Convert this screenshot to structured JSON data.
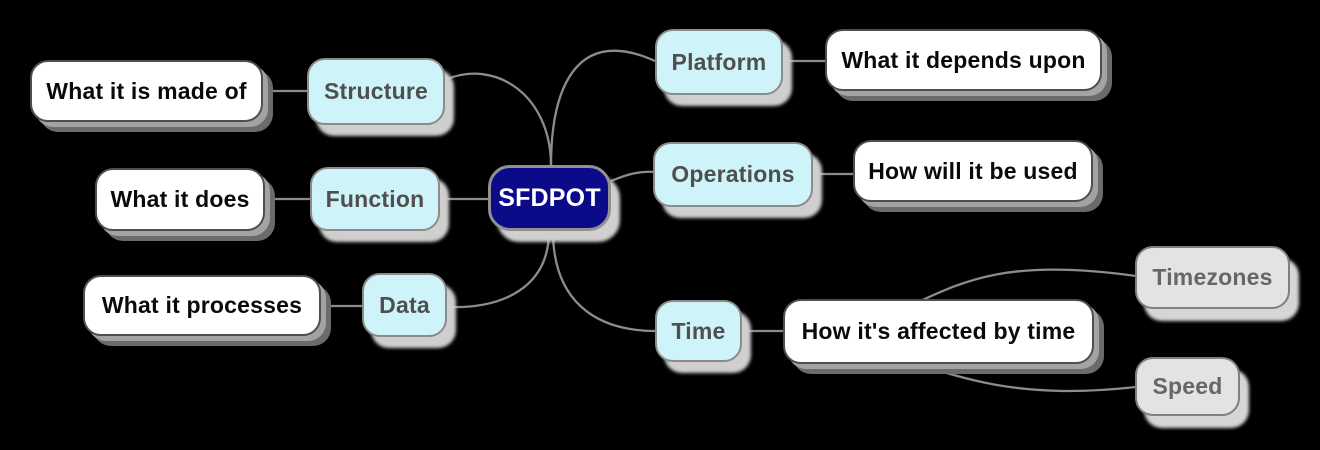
{
  "diagram": {
    "type": "mind-map",
    "center": {
      "label": "SFDPOT"
    },
    "branches": [
      {
        "category": "Structure",
        "detail": "What it is made of",
        "side": "left"
      },
      {
        "category": "Function",
        "detail": "What it does",
        "side": "left"
      },
      {
        "category": "Data",
        "detail": "What it processes",
        "side": "left"
      },
      {
        "category": "Platform",
        "detail": "What it depends upon",
        "side": "right"
      },
      {
        "category": "Operations",
        "detail": "How will it be used",
        "side": "right"
      },
      {
        "category": "Time",
        "detail": "How it's affected by time",
        "side": "right",
        "children": [
          "Timezones",
          "Speed"
        ]
      }
    ],
    "colors": {
      "background": "#000000",
      "center_fill": "#0b0b8a",
      "center_text": "#ffffff",
      "category_fill": "#cef3f9",
      "category_text": "#4f4f4f",
      "detail_fill": "#ffffff",
      "detail_text": "#0a0a0a",
      "leaf_fill": "#e3e3e3",
      "leaf_text": "#666666",
      "connector": "#8c8c8c"
    }
  }
}
